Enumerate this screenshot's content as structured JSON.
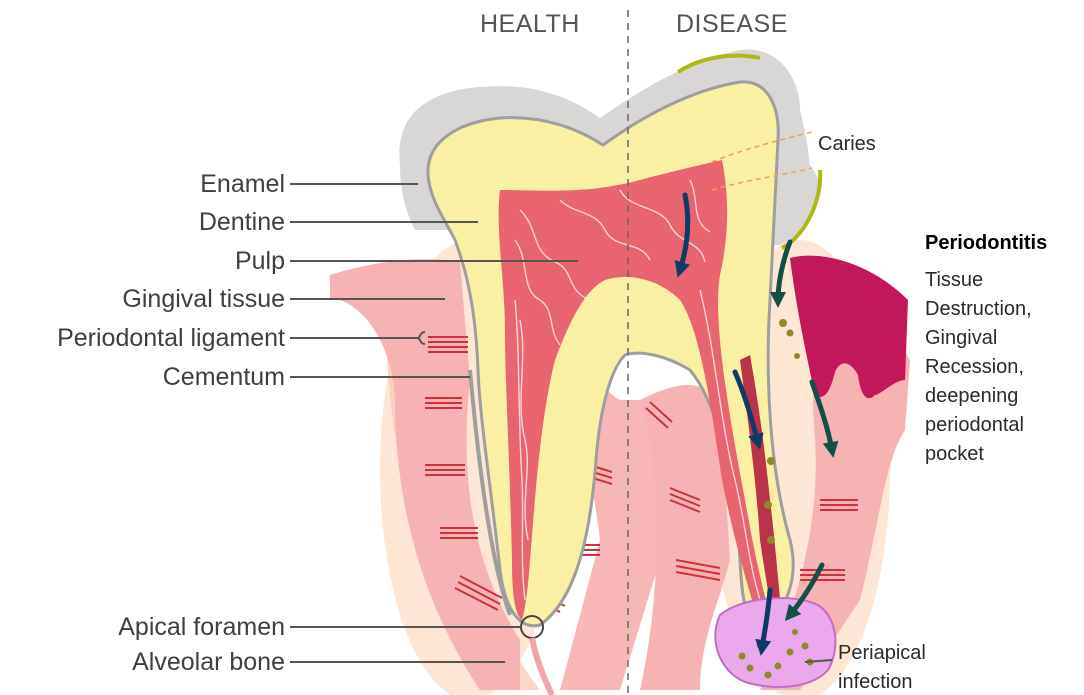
{
  "header": {
    "health": "HEALTH",
    "disease": "DISEASE"
  },
  "left_labels": [
    {
      "key": "enamel",
      "text": "Enamel"
    },
    {
      "key": "dentine",
      "text": "Dentine"
    },
    {
      "key": "pulp",
      "text": "Pulp"
    },
    {
      "key": "gingival",
      "text": "Gingival tissue"
    },
    {
      "key": "ligament",
      "text": "Periodontal ligament"
    },
    {
      "key": "cementum",
      "text": "Cementum"
    },
    {
      "key": "foramen",
      "text": "Apical foramen"
    },
    {
      "key": "bone",
      "text": "Alveolar bone"
    }
  ],
  "caries": "Caries",
  "periodontitis": {
    "title": "Periodontitis",
    "lines": [
      "Tissue",
      "Destruction,",
      "Gingival",
      "Recession,",
      "deepening",
      "periodontal",
      "pocket"
    ]
  },
  "periapical": {
    "lines": [
      "Periapical",
      "infection"
    ]
  },
  "colors": {
    "enamel": "#d8d6d4",
    "dentine": "#faf3a8",
    "pulp": "#e8646e",
    "gum": "#f6b4b4",
    "gum_diseased": "#c2185b",
    "bone_glow": "#fbdcc4",
    "arrow_blue": "#0d3a66",
    "arrow_green": "#124f47",
    "bacteria": "#8c8a2a",
    "infection": "#e6a8e8",
    "plaque": "#b4b81a"
  },
  "icons": {
    "arrow": "arrow-down-icon",
    "bacteria": "bacteria-icon",
    "foramen": "circle-marker-icon"
  }
}
